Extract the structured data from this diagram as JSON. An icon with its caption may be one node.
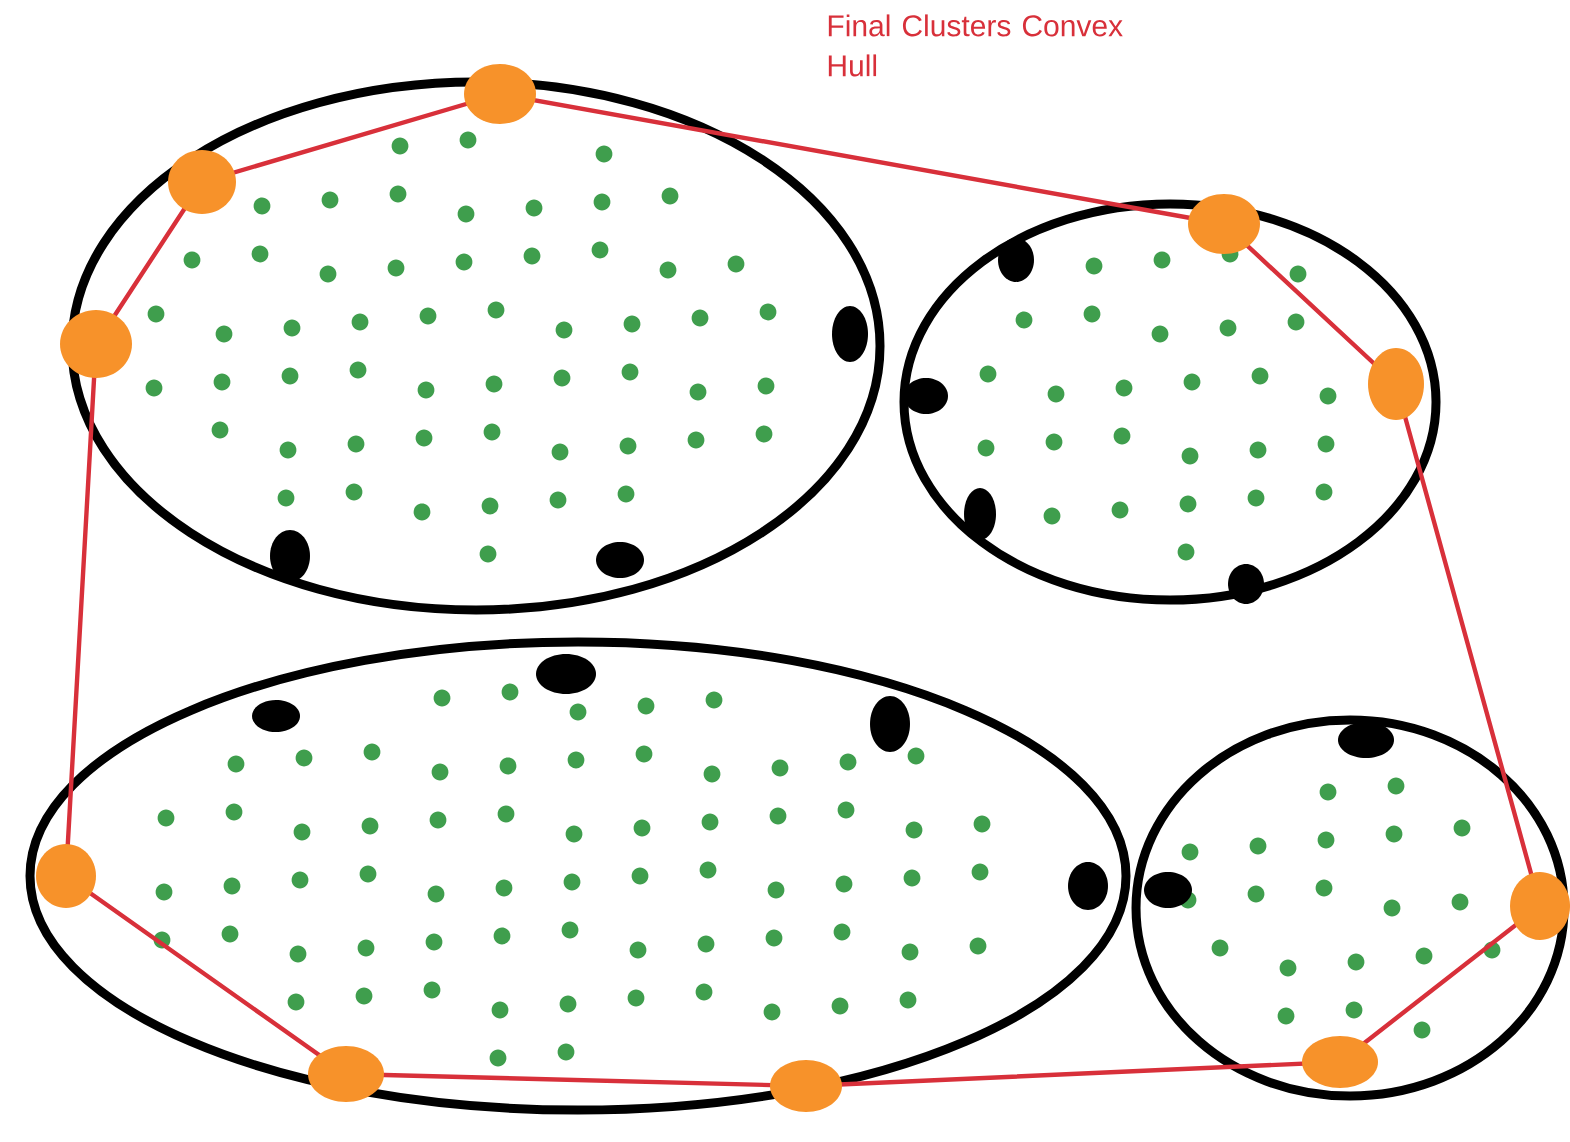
{
  "diagram": {
    "title": "Final Clusters Convex Hull",
    "nodes": [
      {
        "text": [],
        "shape": "ellipse"
      },
      {
        "text": [],
        "shape": "ellipse"
      },
      {
        "text": [],
        "shape": "ellipse"
      },
      {
        "text": [],
        "shape": "ellipse"
      }
    ]
  }
}
